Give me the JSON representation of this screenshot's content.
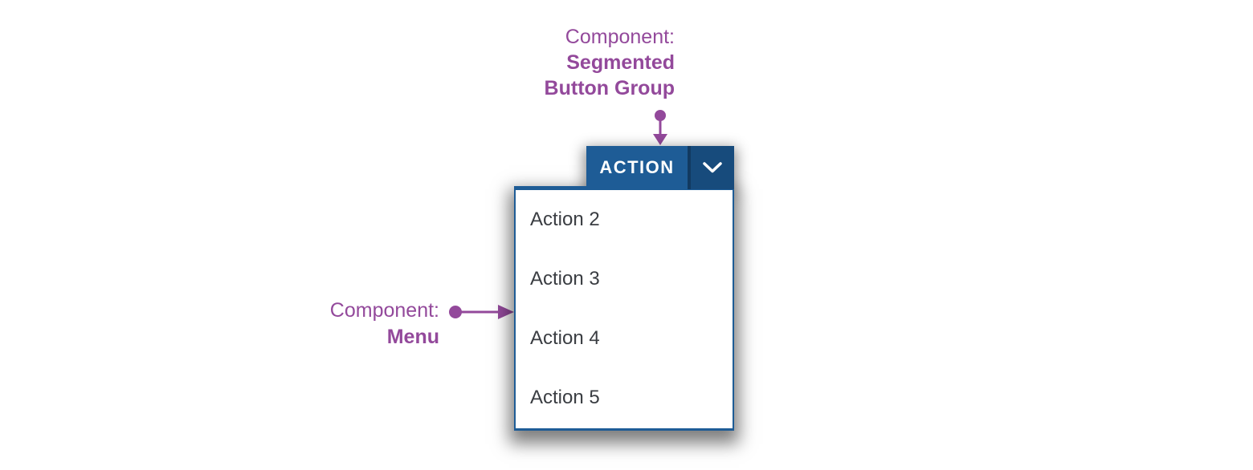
{
  "annotations": {
    "segmented_button_group": {
      "prefix": "Component:",
      "name_line1": "Segmented",
      "name_line2": "Button Group",
      "arrow_icon": "arrow-down-with-origin-dot"
    },
    "menu": {
      "prefix": "Component:",
      "name": "Menu",
      "arrow_icon": "arrow-right-with-origin-dot"
    }
  },
  "button_group": {
    "primary_label": "ACTION",
    "menu_toggle": {
      "icon": "chevron-down-icon"
    }
  },
  "menu": {
    "items": [
      {
        "label": "Action 2"
      },
      {
        "label": "Action 3"
      },
      {
        "label": "Action 4"
      },
      {
        "label": "Action 5"
      }
    ]
  },
  "colors": {
    "accent-purple": "#93499B",
    "btn-primary-bg": "#1E5C96",
    "btn-divider": "#123A61",
    "btn-toggle-bg": "#174B7C",
    "btn-text": "#FFFFFF",
    "menu-border": "#1E5C96",
    "menu-bg": "#FFFFFF",
    "menu-item-text": "#3A3D42"
  }
}
